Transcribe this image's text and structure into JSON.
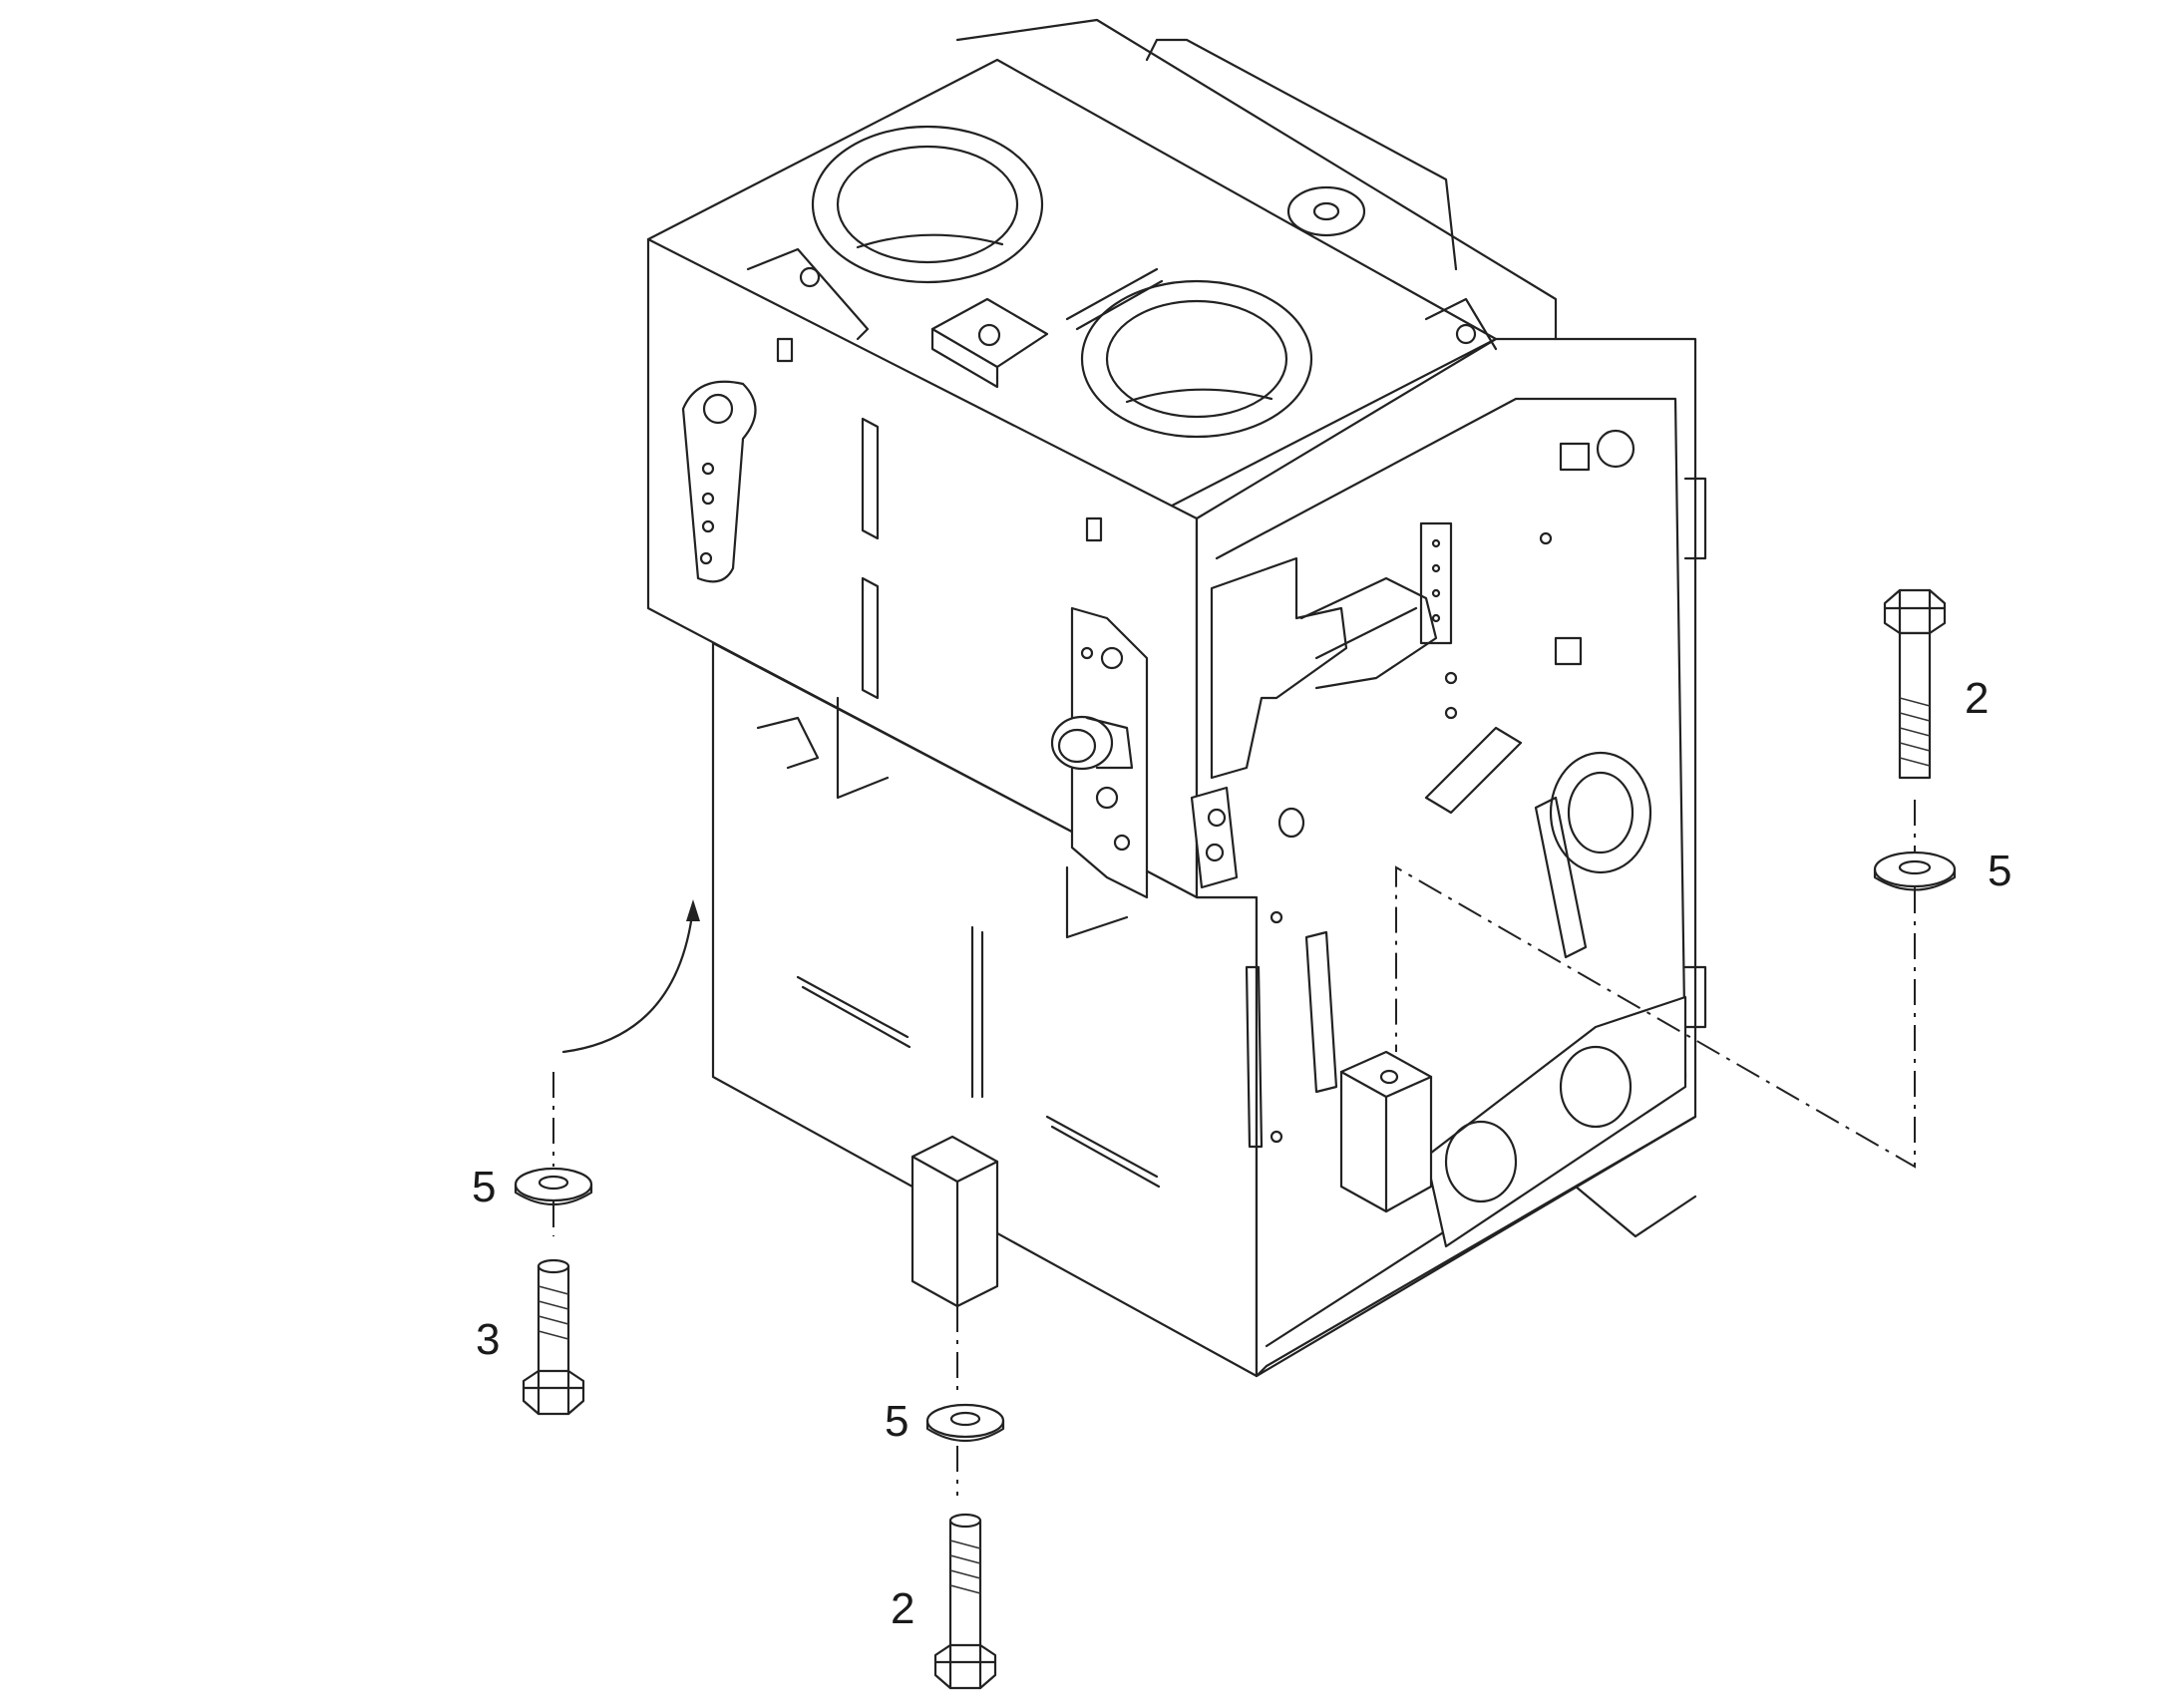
{
  "callouts": [
    {
      "id": "bolt-right",
      "label": "2"
    },
    {
      "id": "washer-right",
      "label": "5"
    },
    {
      "id": "washer-left",
      "label": "5"
    },
    {
      "id": "bolt-left",
      "label": "3"
    },
    {
      "id": "washer-bottom",
      "label": "5"
    },
    {
      "id": "bolt-bottom",
      "label": "2"
    }
  ]
}
